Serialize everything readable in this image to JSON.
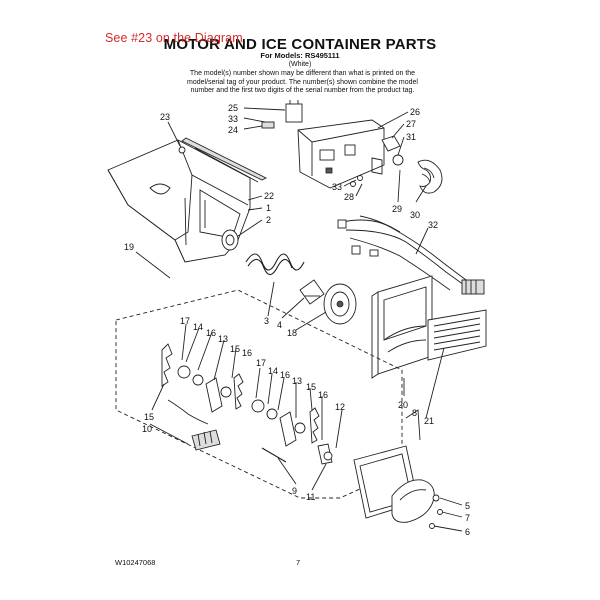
{
  "overlay_text": "See #23 on the Diagram",
  "title": "MOTOR AND ICE CONTAINER PARTS",
  "subtitle": "For Models: RS495111",
  "variant": "(White)",
  "note": "The model(s) number shown may be different than what is printed on the model/serial tag of your product. The number(s) shown combine the model number and the first two digits of the serial number from the product tag.",
  "callouts": [
    "23",
    "25",
    "33",
    "24",
    "26",
    "27",
    "31",
    "22",
    "1",
    "2",
    "33",
    "28",
    "29",
    "30",
    "32",
    "19",
    "3",
    "4",
    "18",
    "17",
    "14",
    "16",
    "13",
    "15",
    "16",
    "17",
    "14",
    "16",
    "13",
    "15",
    "16",
    "15",
    "12",
    "10",
    "9",
    "11",
    "20",
    "8",
    "21",
    "5",
    "7",
    "6"
  ],
  "footer": {
    "doc_number": "W10247068",
    "page": "7"
  }
}
